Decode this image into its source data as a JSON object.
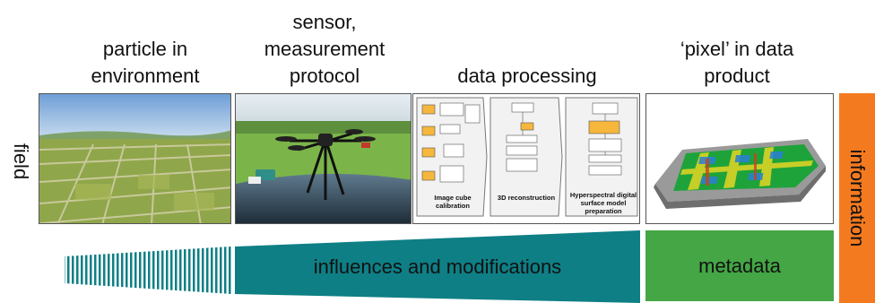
{
  "headers": {
    "particle": [
      "particle in",
      "environment"
    ],
    "sensor": [
      "sensor,",
      "measurement",
      "protocol"
    ],
    "processing": [
      "data processing"
    ],
    "pixel": [
      "‘pixel’ in data",
      "product"
    ]
  },
  "side_labels": {
    "left": "field",
    "right": "information"
  },
  "processing_steps": [
    "Image cube calibration",
    "3D reconstruction",
    "Hyperspectral digital surface model preparation"
  ],
  "bottom": {
    "influences": "influences and modifications",
    "metadata": "metadata"
  },
  "colors": {
    "teal": "#0e7f85",
    "green": "#44a645",
    "orange": "#f47a20"
  }
}
